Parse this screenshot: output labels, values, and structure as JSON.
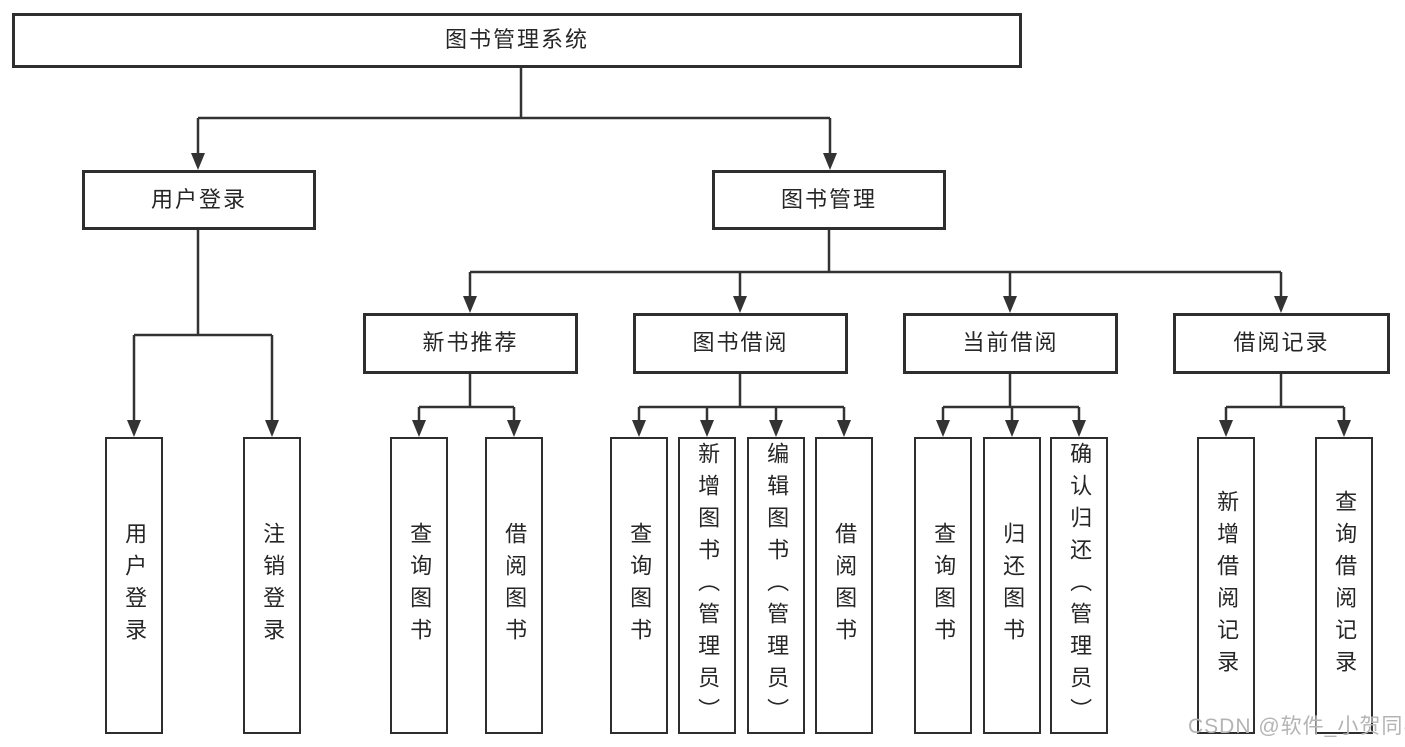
{
  "diagram_title": "图书管理系统",
  "tree": {
    "root": {
      "label": "图书管理系统"
    },
    "branches": [
      {
        "label": "用户登录",
        "children": [
          {
            "label": "用户登录"
          },
          {
            "label": "注销登录"
          }
        ]
      },
      {
        "label": "图书管理",
        "children": [
          {
            "label": "新书推荐",
            "children": [
              {
                "label": "查询图书"
              },
              {
                "label": "借阅图书"
              }
            ]
          },
          {
            "label": "图书借阅",
            "children": [
              {
                "label": "查询图书"
              },
              {
                "label": "新增图书（管理员）"
              },
              {
                "label": "编辑图书（管理员）"
              },
              {
                "label": "借阅图书"
              }
            ]
          },
          {
            "label": "当前借阅",
            "children": [
              {
                "label": "查询图书"
              },
              {
                "label": "归还图书"
              },
              {
                "label": "确认归还（管理员）"
              }
            ]
          },
          {
            "label": "借阅记录",
            "children": [
              {
                "label": "新增借阅记录"
              },
              {
                "label": "查询借阅记录"
              }
            ]
          }
        ]
      }
    ]
  },
  "watermark": "CSDN @软件_小贺同学",
  "colors": {
    "line": "#333333",
    "border": "#2e2e2e",
    "text": "#262626",
    "watermark": "#b4b4b4",
    "background": "#ffffff"
  }
}
